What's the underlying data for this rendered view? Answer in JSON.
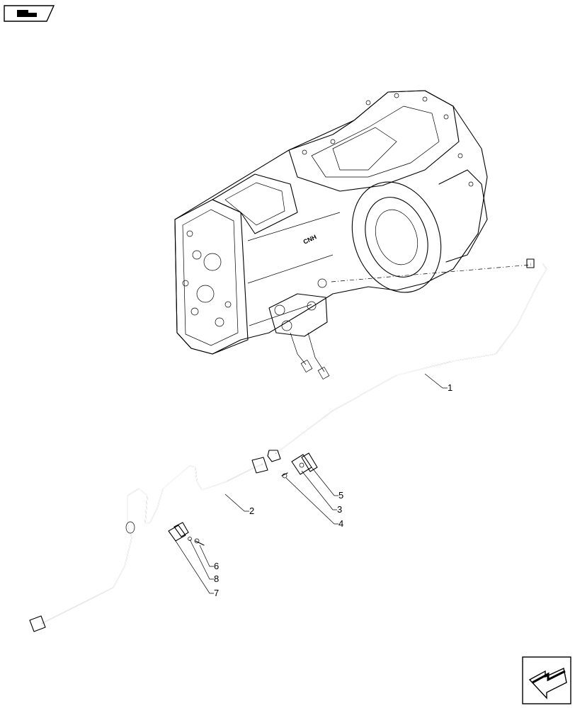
{
  "diagram": {
    "callouts": [
      {
        "id": "1",
        "label": "1"
      },
      {
        "id": "2",
        "label": "2"
      },
      {
        "id": "3",
        "label": "3"
      },
      {
        "id": "4",
        "label": "4"
      },
      {
        "id": "5",
        "label": "5"
      },
      {
        "id": "6",
        "label": "6"
      },
      {
        "id": "7",
        "label": "7"
      },
      {
        "id": "8",
        "label": "8"
      }
    ],
    "casting_text": "CNH",
    "icons": {
      "top_left": "vehicle-section-icon",
      "bottom_right": "navigation-arrow-icon"
    }
  }
}
